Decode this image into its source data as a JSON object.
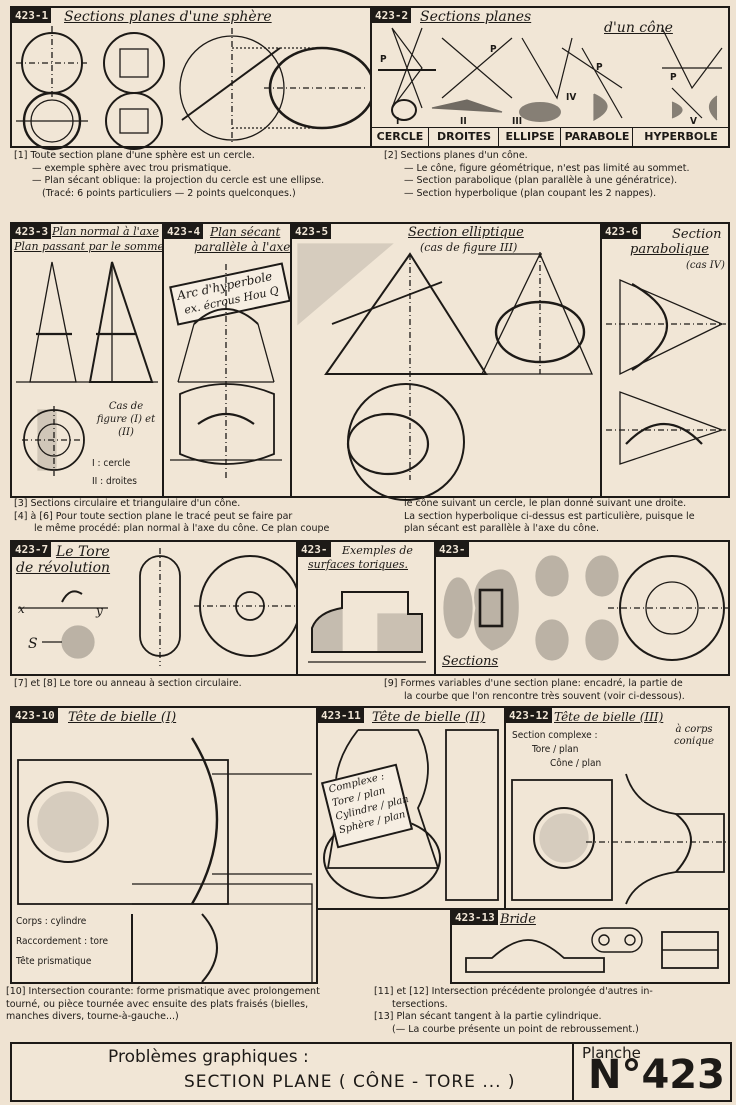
{
  "panels": {
    "p1": {
      "num": "423-1",
      "title": "Sections planes d'une sphère"
    },
    "p2": {
      "num": "423-2",
      "title1": "Sections planes",
      "title2": "d'un cône",
      "labels": [
        "CERCLE",
        "DROITES",
        "ELLIPSE",
        "PARABOLE",
        "HYPERBOLE"
      ],
      "roman": [
        "I",
        "II",
        "III",
        "IV",
        "V"
      ]
    },
    "p3": {
      "num": "423-3",
      "title1": "Plan normal à l'axe",
      "title2": "Plan passant par le sommet",
      "case": "Cas de figure (I) et (II)",
      "i": "I : cercle",
      "ii": "II : droites"
    },
    "p4": {
      "num": "423-4",
      "title1": "Plan sécant",
      "title2": "parallèle à l'axe",
      "box1": "Arc d'hyperbole",
      "box2": "ex. écrous Hou Q"
    },
    "p5": {
      "num": "423-5",
      "title1": "Section elliptique",
      "title2": "(cas de figure III)"
    },
    "p6": {
      "num": "423-6",
      "title1": "Section",
      "title2": "parabolique",
      "title3": "(cas IV)"
    },
    "p7": {
      "num": "423-7",
      "title1": "Le Tore",
      "title2": "de révolution"
    },
    "p8": {
      "num": "423-",
      "title1": "Exemples de",
      "title2": "surfaces toriques."
    },
    "p9": {
      "num": "423-",
      "label": "Sections"
    },
    "p10": {
      "num": "423-10",
      "title": "Tête de bielle (I)",
      "l1": "Corps : cylindre",
      "l2": "Raccordement : tore",
      "l3": "Tête prismatique"
    },
    "p11": {
      "num": "423-11",
      "title": "Tête de bielle (II)",
      "box": [
        "Complexe :",
        "Tore / plan",
        "Cylindre / plan",
        "Sphère / plan"
      ]
    },
    "p12": {
      "num": "423-12",
      "title": "Tête de bielle (III)",
      "sub": "à corps conique",
      "l1": "Section complexe :",
      "l2": "Tore / plan",
      "l3": "Cône / plan"
    },
    "p13": {
      "num": "423-13",
      "title": "Bride"
    }
  },
  "captions": {
    "c1": [
      "[1] Toute section plane d'une sphère est un cercle.",
      "— exemple sphère avec trou prismatique.",
      "— Plan sécant oblique: la projection du cercle est une ellipse.",
      "(Tracé: 6 points particuliers — 2 points quelconques.)"
    ],
    "c2": [
      "[2] Sections planes d'un cône.",
      "— Le cône, figure géométrique, n'est pas limité au sommet.",
      "— Section parabolique (plan parallèle à une génératrice).",
      "— Section hyperbolique (plan coupant les 2 nappes)."
    ],
    "c3": [
      "[3] Sections circulaire et triangulaire d'un cône.",
      "[4] à [6] Pour toute section plane le tracé peut se faire par",
      "le même procédé: plan normal à l'axe du cône. Ce plan coupe"
    ],
    "c3b": [
      "le cône suivant un cercle, le plan donné suivant une droite.",
      "La section hyperbolique ci-dessus est particulière, puisque le",
      "plan sécant est parallèle à l'axe du cône."
    ],
    "c7": "[7] et [8] Le tore ou anneau à section circulaire.",
    "c9": [
      "[9] Formes variables d'une section plane: encadré, la partie de",
      "la courbe que l'on rencontre très souvent (voir ci-dessous)."
    ],
    "c10": [
      "[10] Intersection courante: forme prismatique avec prolongement",
      "tourné, ou pièce tournée avec ensuite des plats fraisés (bielles,",
      "manches divers, tourne-à-gauche...)"
    ],
    "c11": [
      "[11] et [12] Intersection précédente prolongée d'autres in-",
      "tersections.",
      "[13] Plan sécant tangent à la partie cylindrique.",
      "(— La courbe présente un point de rebroussement.)"
    ]
  },
  "footer": {
    "line1": "Problèmes graphiques :",
    "line2": "SECTION PLANE ( CÔNE - TORE ... )",
    "planche": "Planche",
    "number": "N°423"
  }
}
